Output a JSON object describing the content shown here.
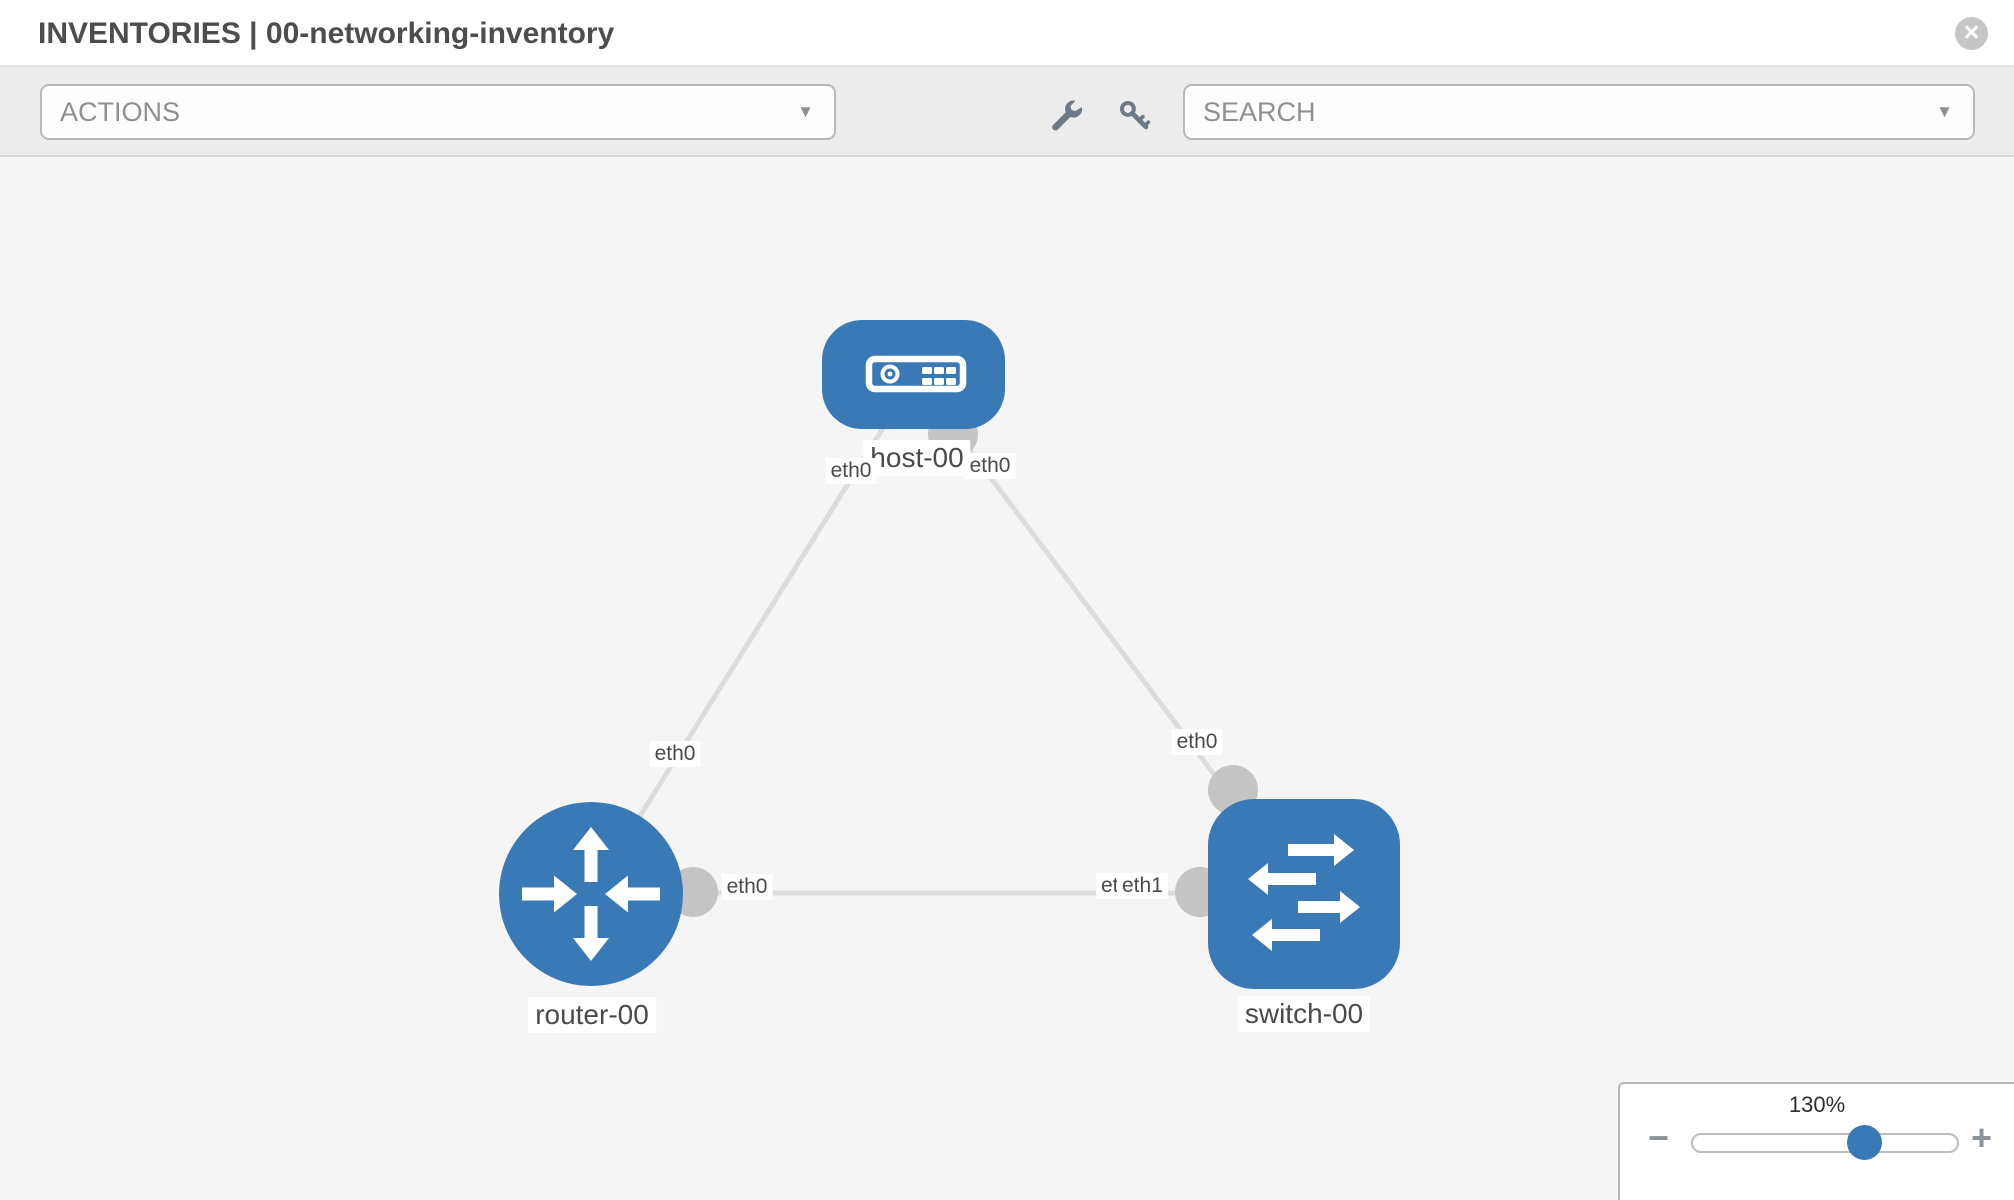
{
  "header": {
    "title": "INVENTORIES | 00-networking-inventory",
    "close_glyph": "×"
  },
  "toolbar": {
    "actions_label": "ACTIONS",
    "search_placeholder": "SEARCH",
    "caret_glyph": "▼",
    "icons": [
      "wrench-icon",
      "key-icon"
    ]
  },
  "topology": {
    "nodes": [
      {
        "id": "host-00",
        "type": "host",
        "label": "host-00"
      },
      {
        "id": "router-00",
        "type": "router",
        "label": "router-00"
      },
      {
        "id": "switch-00",
        "type": "switch",
        "label": "switch-00"
      }
    ],
    "links": [
      {
        "source": "host-00",
        "target": "router-00",
        "source_interface": "eth0",
        "target_interface": "eth0"
      },
      {
        "source": "host-00",
        "target": "switch-00",
        "source_interface": "eth0",
        "target_interface": "eth0"
      },
      {
        "source": "router-00",
        "target": "switch-00",
        "source_interface": "eth0",
        "target_interface": "eth1"
      }
    ],
    "if_labels": [
      "eth0",
      "eth0",
      "eth0",
      "eth0",
      "eth0",
      "eth0",
      "eth1"
    ]
  },
  "zoom_control": {
    "level": "130%",
    "minus_glyph": "−",
    "plus_glyph": "+"
  },
  "colors": {
    "node_blue": "#3879b6",
    "link_gray": "#dcdcdc",
    "connector_gray": "#c4c4c4",
    "canvas_bg": "#f5f5f5",
    "toolbar_bg": "#ececec",
    "icon_gray": "#6e7987",
    "muted_text": "#8f8f8f",
    "title_text": "#4d4d4d"
  }
}
